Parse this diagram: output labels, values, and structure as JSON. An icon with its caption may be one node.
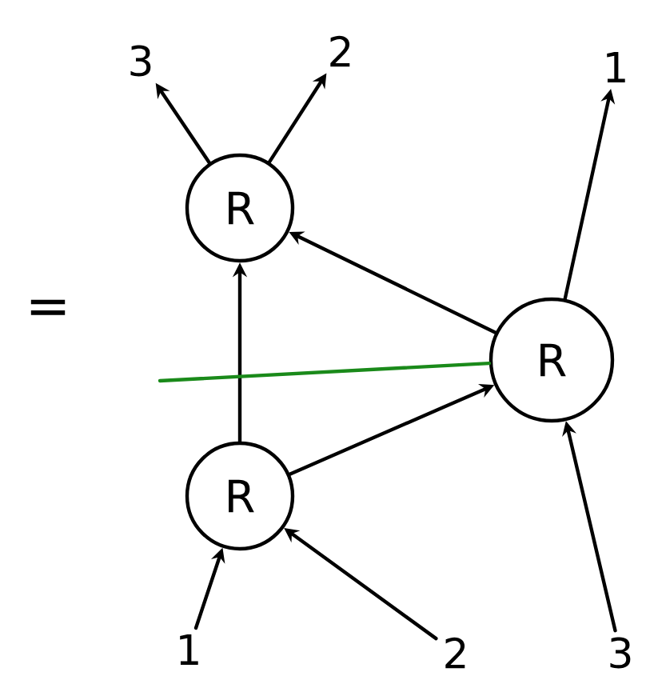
{
  "diagram": {
    "nodes": [
      {
        "text": [
          "3"
        ]
      },
      {
        "text": [
          "2"
        ]
      },
      {
        "text": [
          "1"
        ]
      },
      {
        "text": [
          "R"
        ]
      },
      {
        "text": [
          "R"
        ]
      },
      {
        "text": [
          "R"
        ]
      },
      {
        "text": [
          "1"
        ]
      },
      {
        "text": [
          "2"
        ]
      },
      {
        "text": [
          "3"
        ]
      }
    ],
    "edges": [
      {
        "from": 3,
        "to": 0,
        "arrow": "to"
      },
      {
        "from": 3,
        "to": 1,
        "arrow": "to"
      },
      {
        "from": 4,
        "to": 2,
        "arrow": "to"
      },
      {
        "from": 6,
        "to": 5,
        "arrow": "to"
      },
      {
        "from": 7,
        "to": 5,
        "arrow": "to"
      },
      {
        "from": 8,
        "to": 4,
        "arrow": "to"
      },
      {
        "from": 5,
        "to": 3,
        "arrow": "to"
      },
      {
        "from": 5,
        "to": 4,
        "arrow": "to"
      },
      {
        "from": 4,
        "to": 3,
        "arrow": "to"
      },
      {
        "from": 4,
        "to": null,
        "arrow": "none",
        "color": "#1a8a1a"
      }
    ],
    "labels": [
      "="
    ]
  }
}
